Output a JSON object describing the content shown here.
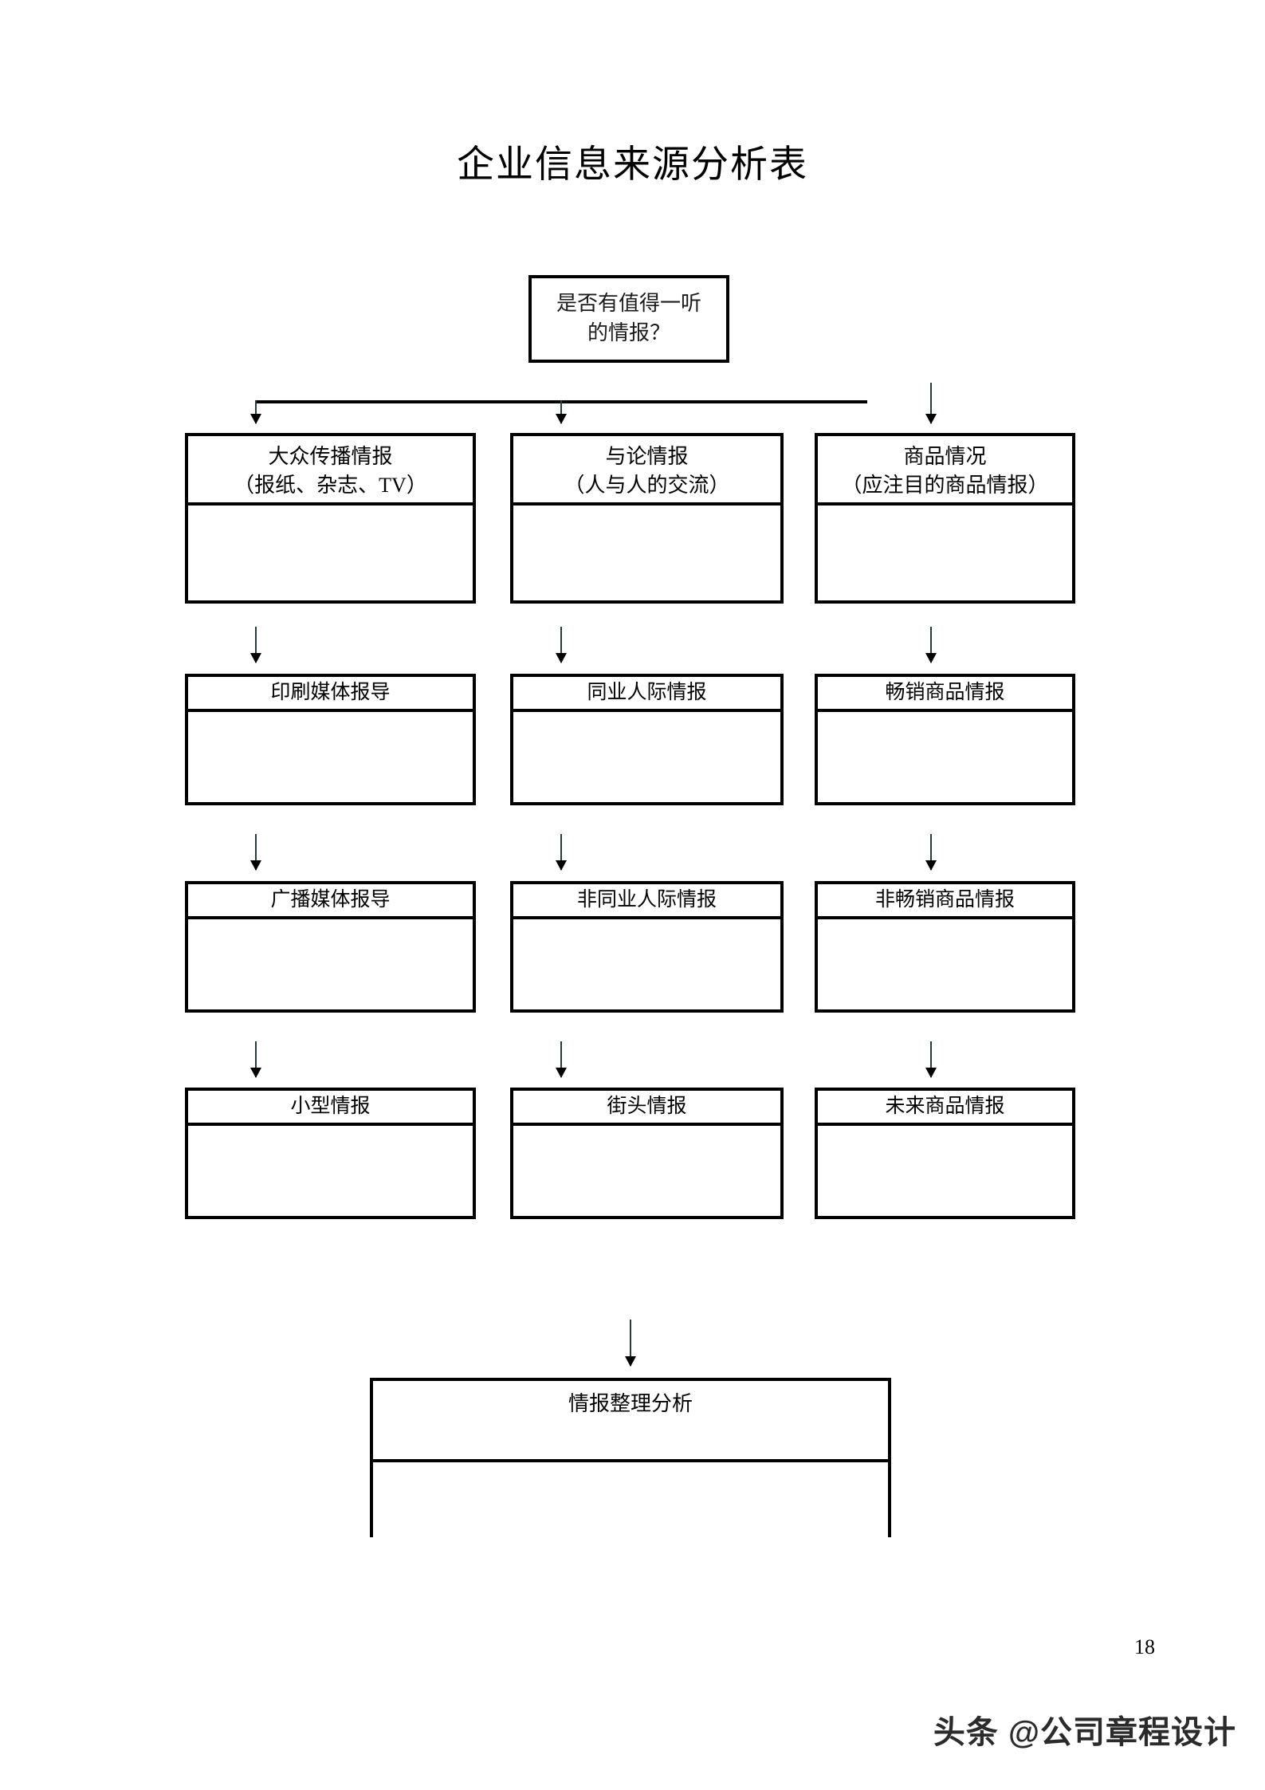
{
  "document": {
    "title": "企业信息来源分析表",
    "page_number": "18",
    "watermark": "头条 @公司章程设计"
  },
  "flow": {
    "decision": {
      "line1": "是否有值得一听",
      "line2": "的情报？"
    },
    "rows": [
      {
        "row_id": "row-1",
        "boxes": [
          {
            "line1": "大众传播情报",
            "line2": "（报纸、杂志、TV）"
          },
          {
            "line1": "与论情报",
            "line2": "（人与人的交流）"
          },
          {
            "line1": "商品情况",
            "line2": "（应注目的商品情报）"
          }
        ]
      },
      {
        "row_id": "row-2",
        "boxes": [
          {
            "line1": "印刷媒体报导"
          },
          {
            "line1": "同业人际情报"
          },
          {
            "line1": "畅销商品情报"
          }
        ]
      },
      {
        "row_id": "row-3",
        "boxes": [
          {
            "line1": "广播媒体报导"
          },
          {
            "line1": "非同业人际情报"
          },
          {
            "line1": "非畅销商品情报"
          }
        ]
      },
      {
        "row_id": "row-4",
        "boxes": [
          {
            "line1": "小型情报"
          },
          {
            "line1": "街头情报"
          },
          {
            "line1": "未来商品情报"
          }
        ]
      }
    ],
    "summary": {
      "line1": "情报整理分析"
    }
  },
  "colors": {
    "ink": "#000000",
    "paper": "#ffffff",
    "arrow": "#2b3a3a"
  }
}
